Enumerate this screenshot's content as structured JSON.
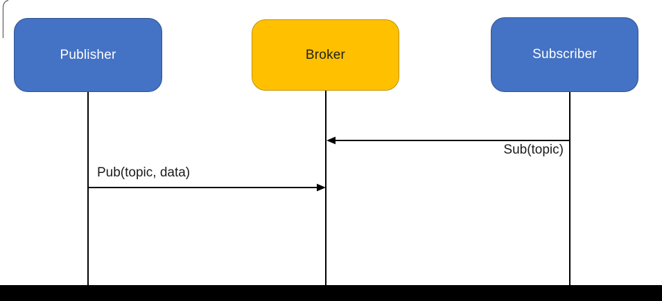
{
  "diagram": {
    "type": "sequence-diagram",
    "actors": [
      {
        "id": "publisher",
        "label": "Publisher",
        "fill": "#4472C4",
        "border": "#2F528F",
        "text_color": "#FFFFFF"
      },
      {
        "id": "broker",
        "label": "Broker",
        "fill": "#FFC000",
        "border": "#BF9000",
        "text_color": "#1F1F1F"
      },
      {
        "id": "subscriber",
        "label": "Subscriber",
        "fill": "#4472C4",
        "border": "#2F528F",
        "text_color": "#FFFFFF"
      }
    ],
    "messages": [
      {
        "label": "Sub(topic)",
        "from": "subscriber",
        "to": "broker",
        "direction": "left"
      },
      {
        "label": "Pub(topic, data)",
        "from": "publisher",
        "to": "broker",
        "direction": "right"
      }
    ],
    "colors": {
      "lifeline": "#000000",
      "arrow": "#000000",
      "bottom_bar": "#000000",
      "background": "#FFFFFF"
    }
  }
}
